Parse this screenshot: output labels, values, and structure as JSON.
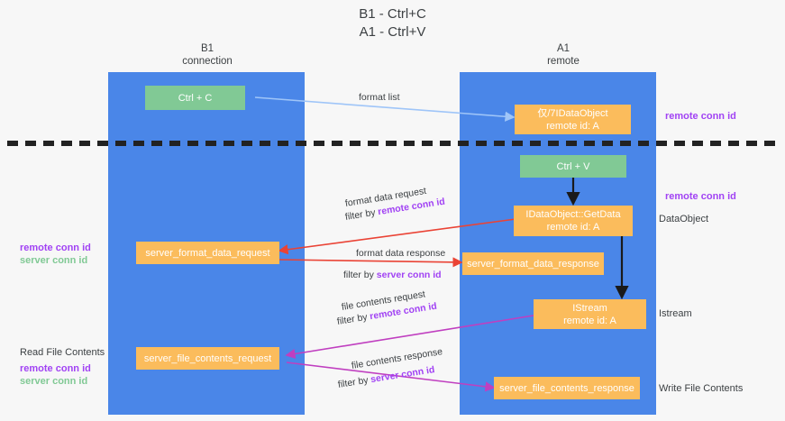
{
  "title": "B1 - Ctrl+C\nA1 - Ctrl+V",
  "columns": {
    "left": "B1\nconnection",
    "right": "A1\nremote"
  },
  "colors": {
    "lane": "#4a86e8",
    "green_node": "#81c995",
    "orange_node": "#fbbc5c",
    "remote_conn_id": "#a142f4",
    "server_conn_id": "#81c995",
    "arrow_format": "#ea4335",
    "arrow_file": "#c03fc0",
    "arrow_format_list": "#9fc5f8",
    "arrow_internal": "#1a1a1a",
    "divider": "#222222",
    "text": "#3c4043"
  },
  "nodes": {
    "ctrl_c": "Ctrl + C",
    "idataobject": "仅/7IDataObject\nremote id: A",
    "ctrl_v": "Ctrl + V",
    "getdata": "IDataObject::GetData\nremote id: A",
    "format_data_request": "server_format_data_request",
    "format_data_response": "server_format_data_response",
    "istream": "IStream\nremote id: A",
    "file_contents_request": "server_file_contents_request",
    "file_contents_response": "server_file_contents_response"
  },
  "edges": {
    "format_list": "format list",
    "format_data_request": "format data request",
    "format_data_request_filter_prefix": "filter by ",
    "format_data_request_filter_key": "remote conn id",
    "format_data_response": "format data response",
    "format_data_response_filter_prefix": "filter by ",
    "format_data_response_filter_key": "server conn id",
    "file_contents_request": "file contents request",
    "file_contents_request_filter_prefix": "filter by ",
    "file_contents_request_filter_key": "remote conn id",
    "file_contents_response": "file contents response",
    "file_contents_response_filter_prefix": "filter by ",
    "file_contents_response_filter_key": "server conn id"
  },
  "annotations": {
    "remote_conn_id_top": "remote conn id",
    "remote_conn_id_mid": "remote conn id",
    "dataobject": "DataObject",
    "istream_label": "Istream",
    "write_file_contents": "Write File Contents",
    "read_file_contents": "Read File Contents",
    "legend_left_mid_remote": "remote conn id",
    "legend_left_mid_server": "server conn id",
    "legend_left_low_remote": "remote conn id",
    "legend_left_low_server": "server conn id"
  }
}
